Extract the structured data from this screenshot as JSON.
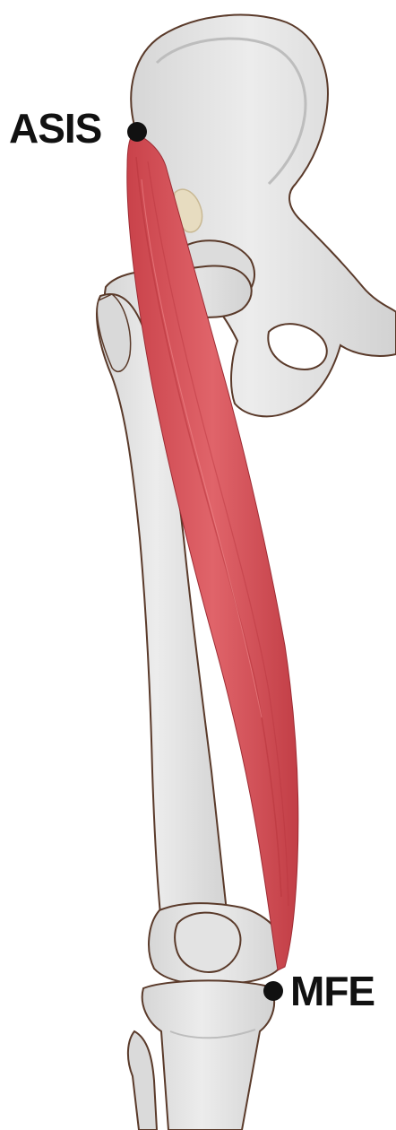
{
  "labels": {
    "asis": "ASIS",
    "mfe": "MFE"
  },
  "colors": {
    "background": "#ffffff",
    "bone": "#e6e6e6",
    "bone_shadow": "#cfcfcf",
    "bone_outline": "#5a3a2a",
    "muscle": "#d9555c",
    "muscle_fiber": "#b8353d",
    "ligament": "#e7dcc0",
    "marker": "#111111",
    "text": "#111111"
  },
  "icons": {
    "asis_marker": "filled-circle",
    "mfe_marker": "filled-circle"
  }
}
